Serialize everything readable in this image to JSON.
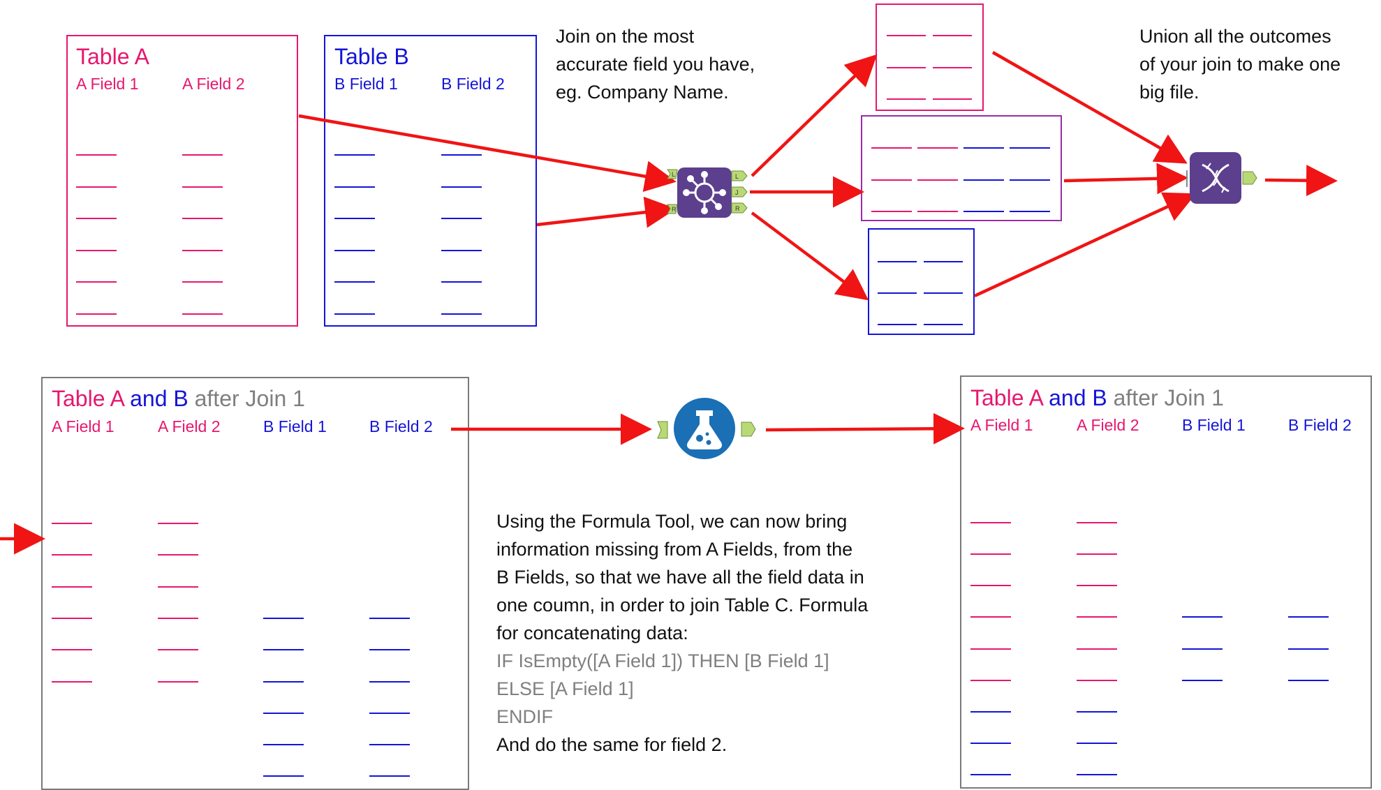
{
  "colors": {
    "table_a": "#e6176f",
    "table_b": "#1414d8",
    "join_box": "#9b2ca8",
    "arrow": "#f01414",
    "gray": "#7f7f7f",
    "tool_purple": "#5c3f8d",
    "tool_blue": "#1a6fb5",
    "connector_green": "#b9d976"
  },
  "table_a": {
    "title": "Table A",
    "fields": [
      "A Field 1",
      "A Field 2"
    ]
  },
  "table_b": {
    "title": "Table B",
    "fields": [
      "B Field 1",
      "B Field 2"
    ]
  },
  "notes": {
    "join_note": [
      "Join on the most",
      "accurate field you have,",
      "eg. Company Name."
    ],
    "union_note": [
      "Union all the outcomes",
      "of your join to make one",
      "big file."
    ]
  },
  "join_tool": {
    "icon": "join-tool-icon",
    "input_labels": [
      "L",
      "R"
    ],
    "output_labels": [
      "L",
      "J",
      "R"
    ]
  },
  "union_tool": {
    "icon": "union-tool-icon"
  },
  "formula_tool": {
    "icon": "formula-tool-icon"
  },
  "joined_left": {
    "title_parts": [
      "Table A",
      " and B",
      " after Join 1"
    ],
    "fields": [
      "A Field 1",
      "A Field 2",
      "B Field 1",
      "B Field 2"
    ]
  },
  "joined_right": {
    "title_parts": [
      "Table A",
      " and B",
      " after Join 1"
    ],
    "fields": [
      "A Field 1",
      "A Field 2",
      "B Field 1",
      "B Field 2"
    ]
  },
  "formula_text": {
    "lines": [
      "Using the Formula Tool, we can now bring",
      "information missing from A Fields, from the",
      "B Fields, so that we have all the field data in",
      "one coumn, in order to join Table C. Formula",
      "for concatenating data:"
    ],
    "code": [
      "IF IsEmpty([A Field 1]) THEN [B Field 1]",
      "ELSE [A Field 1]",
      "ENDIF"
    ],
    "closing": "And do the same for field 2."
  }
}
